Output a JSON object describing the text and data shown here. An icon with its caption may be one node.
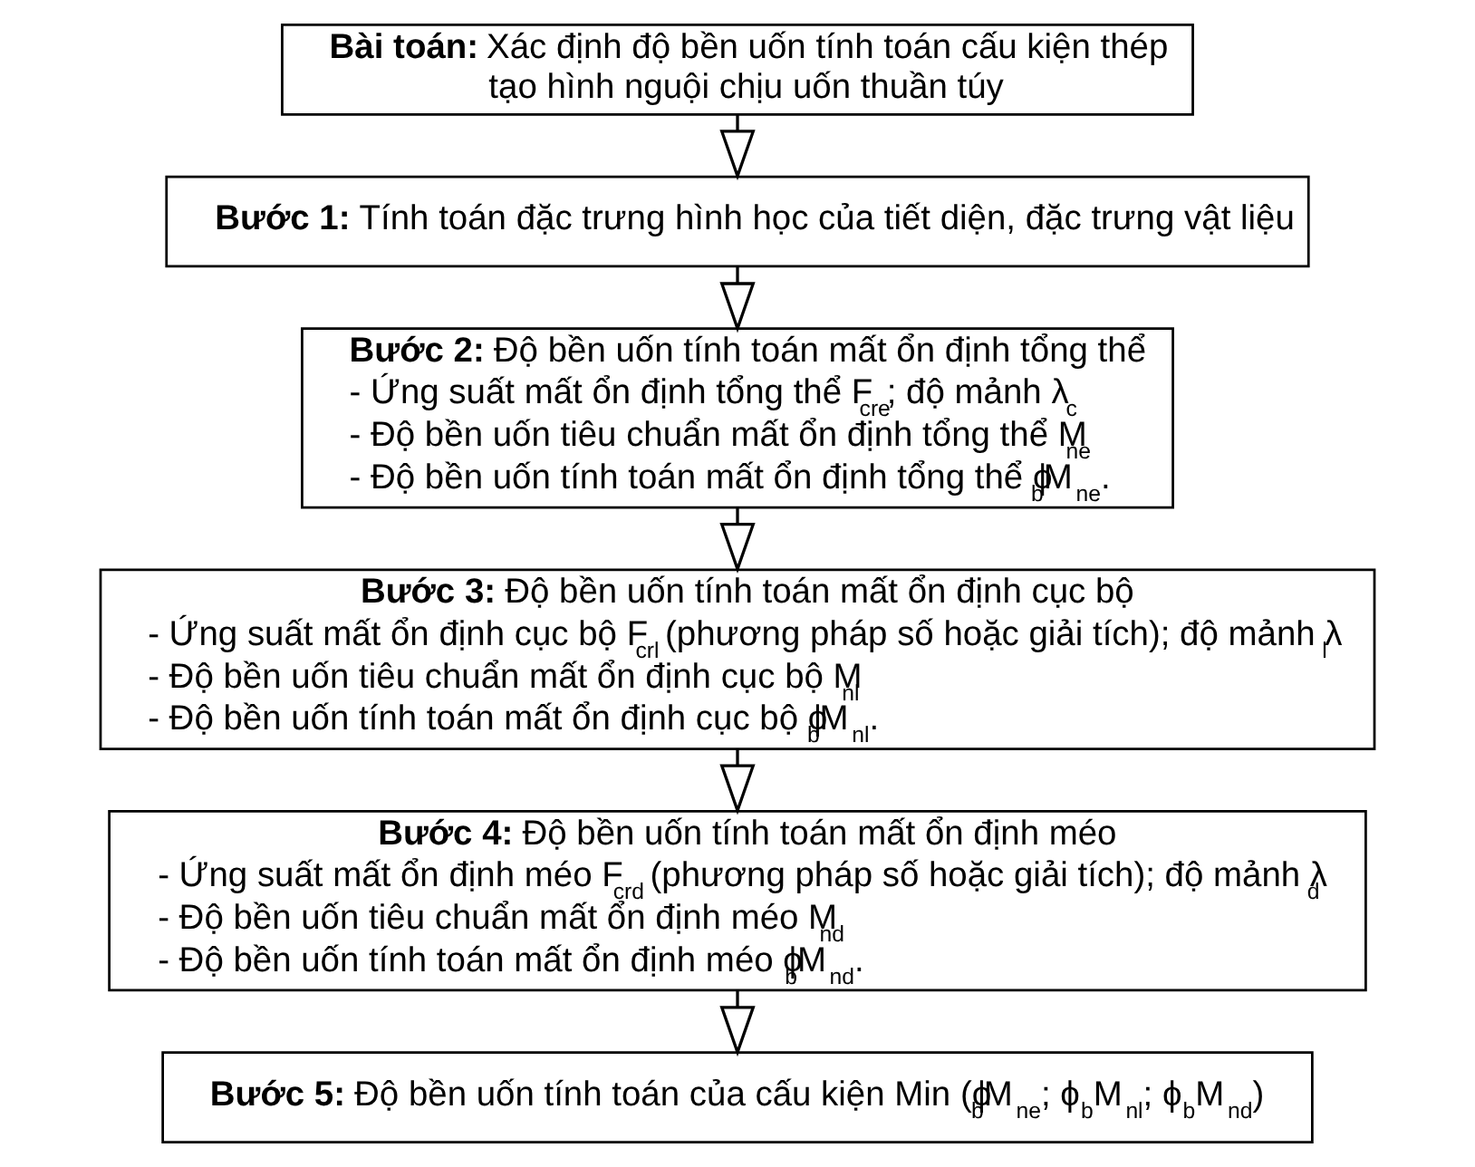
{
  "diagram": {
    "nodes": [
      {
        "text": [
          "**Bài toán:** Xác định độ bền uốn tính toán cấu kiện thép tạo hình nguội chịu uốn thuần túy"
        ]
      },
      {
        "text": [
          "**Bước 1:** Tính toán đặc trưng hình học của tiết diện, đặc trưng vật liệu"
        ]
      },
      {
        "text": [
          "**Bước 2:** Độ bền uốn tính toán mất ổn định tổng thể",
          "- Ứng suất mất ổn định tổng thể F$_{cre}$; độ mảnh λ$_{c}$",
          "- Độ bền uốn tiêu chuẩn mất ổn định tổng thể M$_{ne}$",
          "- Độ bền uốn tính toán mất ổn định tổng thể ϕ$_{b}$M$_{ne}$."
        ]
      },
      {
        "text": [
          "**Bước 3:** Độ bền uốn tính toán mất ổn định cục bộ",
          "- Ứng suất mất ổn định cục bộ F$_{crl}$ (phương pháp số hoặc giải tích); độ mảnh λ$_{l}$",
          "- Độ bền uốn tiêu chuẩn mất ổn định cục bộ M$_{nl}$",
          "- Độ bền uốn tính toán mất ổn định cục bộ ϕ$_{b}$M$_{nl}$."
        ]
      },
      {
        "text": [
          "**Bước 4:** Độ bền uốn tính toán mất ổn định méo",
          "- Ứng suất mất ổn định méo F$_{crd}$ (phương pháp số hoặc giải tích); độ mảnh λ$_{d}$",
          "- Độ bền uốn tiêu chuẩn mất ổn định méo M$_{nd}$",
          "- Độ bền uốn tính toán mất ổn định méo ϕ$_{b}$M$_{nd}$."
        ]
      },
      {
        "text": [
          "**Bước 5:** Độ bền uốn tính toán của cấu kiện Min (ϕ$_{b}$M$_{ne}$; ϕ$_{b}$M$_{nl}$; ϕ$_{b}$M$_{nd}$)"
        ]
      }
    ],
    "edges": [
      {
        "from": 0,
        "to": 1,
        "arrow": "to"
      },
      {
        "from": 1,
        "to": 2,
        "arrow": "to"
      },
      {
        "from": 2,
        "to": 3,
        "arrow": "to"
      },
      {
        "from": 3,
        "to": 4,
        "arrow": "to"
      },
      {
        "from": 4,
        "to": 5,
        "arrow": "to"
      }
    ]
  }
}
